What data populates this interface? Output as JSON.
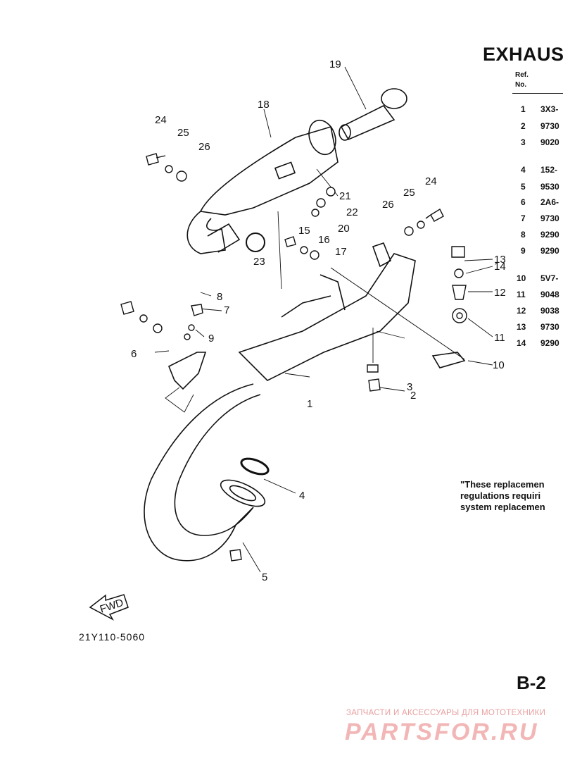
{
  "title": "EXHAUST",
  "ref_header": {
    "line1": "Ref.",
    "line2": "No."
  },
  "ref_rows": [
    {
      "no": "1",
      "code": "3X3-"
    },
    {
      "no": "2",
      "code": "9730"
    },
    {
      "no": "3",
      "code": "9020"
    },
    {
      "no": "4",
      "code": "152-"
    },
    {
      "no": "5",
      "code": "9530"
    },
    {
      "no": "6",
      "code": "2A6-"
    },
    {
      "no": "7",
      "code": "9730"
    },
    {
      "no": "8",
      "code": "9290"
    },
    {
      "no": "9",
      "code": "9290"
    },
    {
      "no": "10",
      "code": "5V7-"
    },
    {
      "no": "11",
      "code": "9048"
    },
    {
      "no": "12",
      "code": "9038"
    },
    {
      "no": "13",
      "code": "9730"
    },
    {
      "no": "14",
      "code": "9290"
    }
  ],
  "note": [
    "\"These replacemen",
    "regulations requiri",
    "system replacemen"
  ],
  "callouts": [
    "1",
    "2",
    "3",
    "4",
    "5",
    "6",
    "7",
    "8",
    "9",
    "10",
    "11",
    "12",
    "13",
    "14",
    "15",
    "16",
    "17",
    "18",
    "19",
    "20",
    "21",
    "22",
    "23",
    "24",
    "25",
    "26"
  ],
  "fwd": "FWD",
  "drawing_code": "21Y110-5060",
  "page_id": "B-2",
  "watermark": {
    "line1": "ЗАПЧАСТИ И АКСЕССУАРЫ ДЛЯ МОТОТЕХНИКИ",
    "line2": "PARTSFOR.RU"
  }
}
